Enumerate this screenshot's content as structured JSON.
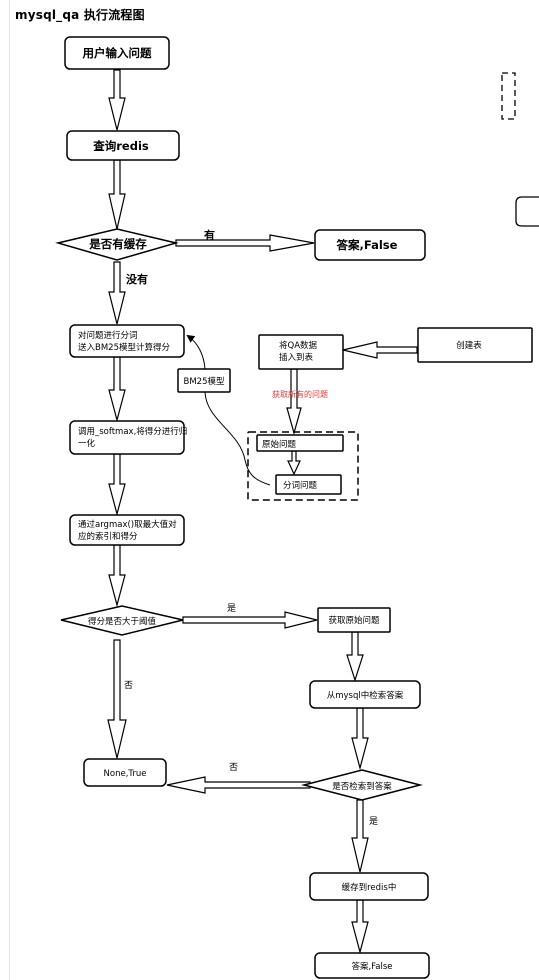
{
  "title": "mysql_qa 执行流程图",
  "colors": {
    "stroke": "#000000",
    "fill": "#ffffff",
    "note": "#e53935"
  },
  "nodes": {
    "user_input": "用户输入问题",
    "query_redis": "查询redis",
    "has_cache": "是否有缓存",
    "answer_false_top": "答案,False",
    "tokenize_line1": "对问题进行分词",
    "tokenize_line2": "送入BM25模型计算得分",
    "bm25_model": "BM25模型",
    "load_qa_line1": "将QA数据",
    "load_qa_line2": "插入到表",
    "create_table": "创建表",
    "original_q": "原始问题",
    "tokenized_q": "分词问题",
    "softmax_line1": "调用_softmax,将得分进行归",
    "softmax_line2": "一化",
    "argmax_line1": "通过argmax()取最大值对",
    "argmax_line2": "应的索引和得分",
    "threshold": "得分是否大于阈值",
    "get_original": "获取原始问题",
    "mysql_search": "从mysql中检索答案",
    "none_true": "None,True",
    "found_answer": "是否检索到答案",
    "cache_redis": "缓存到redis中",
    "answer_false_bottom": "答案,False"
  },
  "edge_labels": {
    "has": "有",
    "no_have": "没有",
    "yes_threshold": "是",
    "no_threshold": "否",
    "no_found": "否",
    "yes_found": "是"
  },
  "note": "获取所有的问题"
}
